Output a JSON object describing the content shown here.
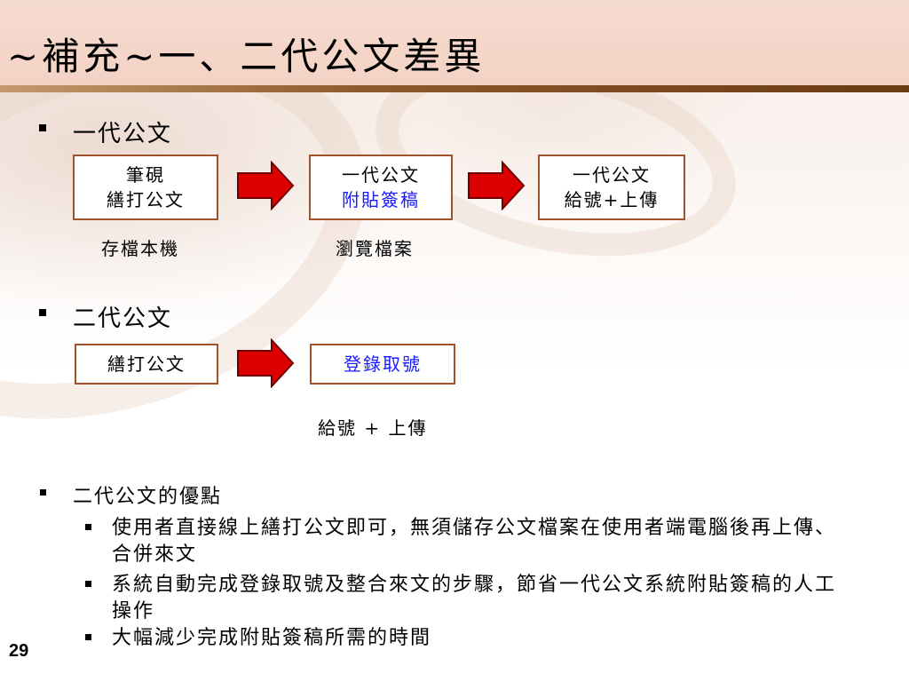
{
  "slide": {
    "title": "~補充~一、二代公文差異",
    "page_number": "29",
    "colors": {
      "header_bg": "#f3d2c4",
      "header_rule": "#8d5a2b",
      "box_border": "#a0522d",
      "arrow_fill": "#dd0000",
      "arrow_stroke": "#6e0000",
      "highlight_text": "#1a1aff"
    }
  },
  "gen1": {
    "label": "一代公文",
    "boxes": [
      {
        "line1": "筆硯",
        "line2": "繕打公文"
      },
      {
        "line1": "一代公文",
        "line2": "附貼簽稿"
      },
      {
        "line1": "一代公文",
        "line2": "給號+上傳"
      }
    ],
    "captions": [
      "存檔本機",
      "瀏覽檔案"
    ]
  },
  "gen2": {
    "label": "二代公文",
    "boxes": [
      {
        "line1": "繕打公文"
      },
      {
        "line1": "登錄取號"
      }
    ],
    "caption": "給號 + 上傳"
  },
  "advantages": {
    "title": "二代公文的優點",
    "items": [
      "使用者直接線上繕打公文即可，無須儲存公文檔案在使用者端電腦後再上傳、合併來文",
      "系統自動完成登錄取號及整合來文的步驟，節省一代公文系統附貼簽稿的人工操作",
      "大幅減少完成附貼簽稿所需的時間"
    ]
  }
}
